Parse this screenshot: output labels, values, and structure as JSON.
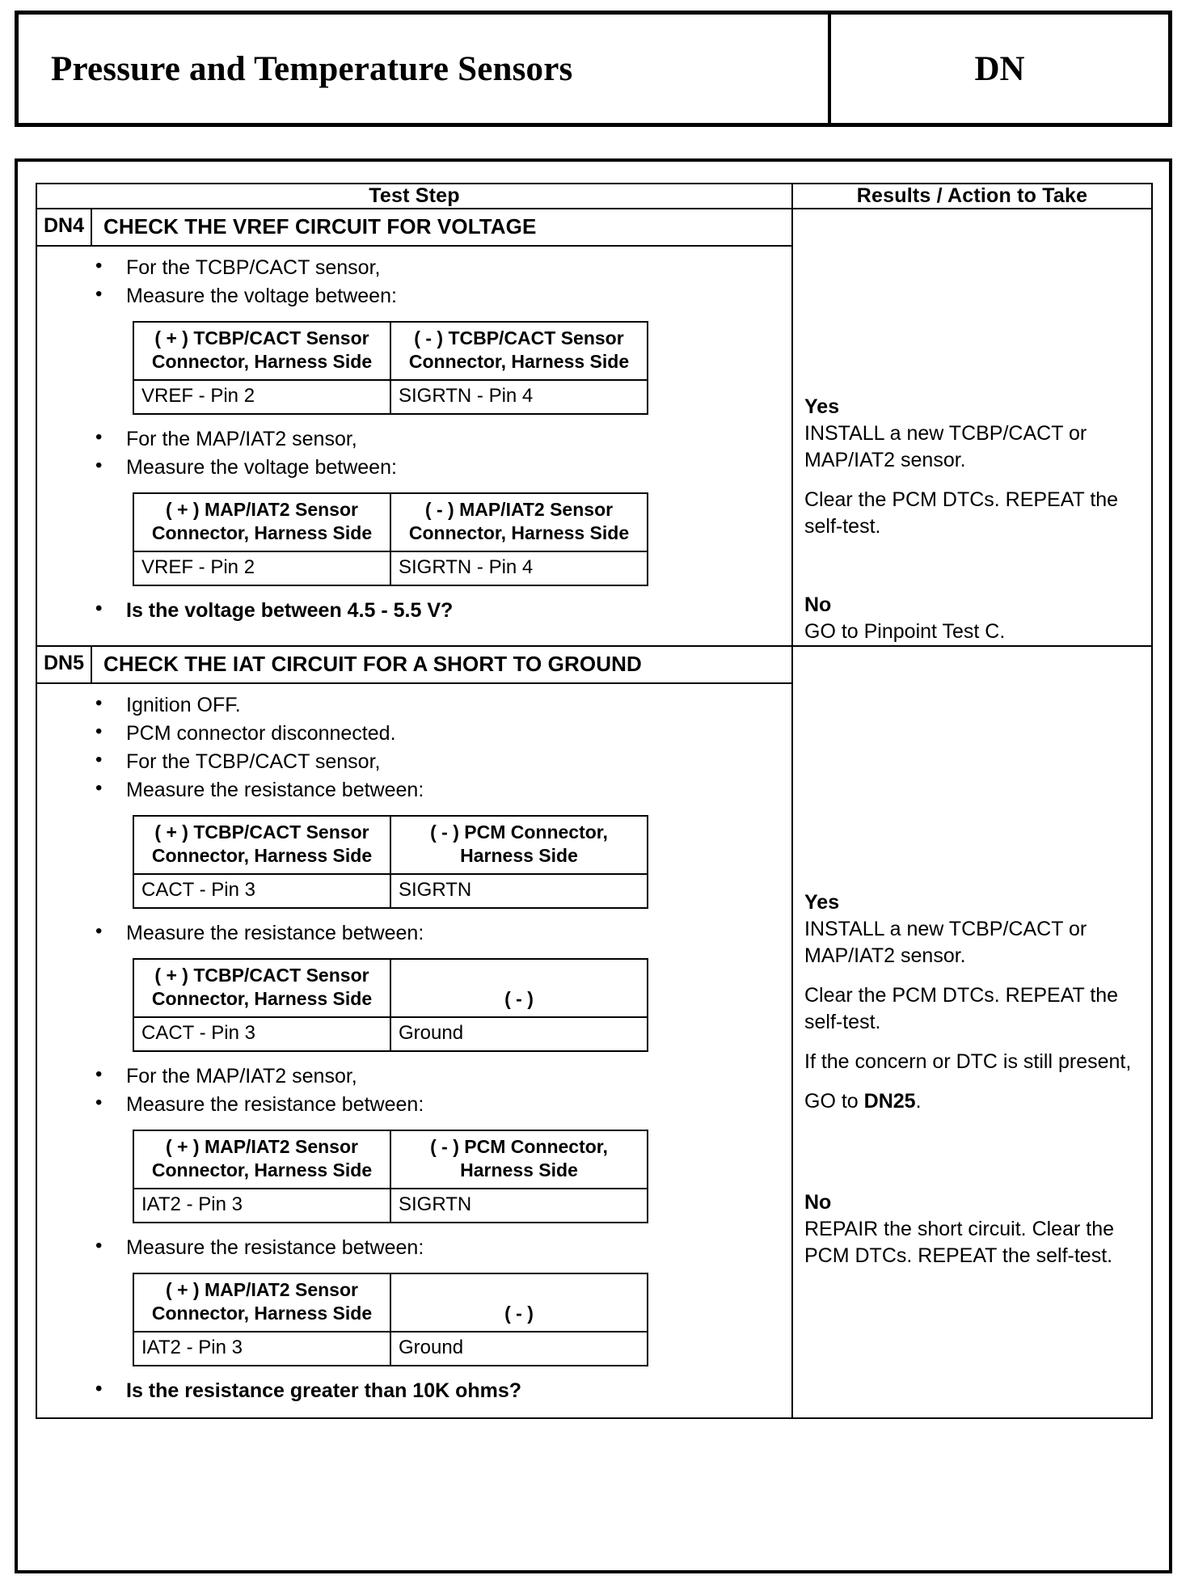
{
  "header": {
    "title": "Pressure and Temperature Sensors",
    "section_code": "DN"
  },
  "table": {
    "col_step_header": "Test Step",
    "col_results_header": "Results / Action to Take"
  },
  "steps": [
    {
      "id": "DN4",
      "title": "CHECK THE VREF CIRCUIT FOR VOLTAGE",
      "bullets_1": [
        "For the TCBP/CACT sensor,",
        "Measure the voltage between:"
      ],
      "table_1": {
        "head_left": "( + ) TCBP/CACT Sensor Connector, Harness Side",
        "head_right": "( - ) TCBP/CACT Sensor Connector, Harness Side",
        "row_left": "VREF - Pin 2",
        "row_right": "SIGRTN - Pin 4"
      },
      "bullets_2": [
        "For the MAP/IAT2 sensor,",
        "Measure the voltage between:"
      ],
      "table_2": {
        "head_left": "( + ) MAP/IAT2 Sensor Connector, Harness Side",
        "head_right": "( - ) MAP/IAT2 Sensor Connector, Harness Side",
        "row_left": "VREF - Pin 2",
        "row_right": "SIGRTN - Pin 4"
      },
      "question": "Is the voltage between 4.5 - 5.5 V?",
      "results": {
        "yes_label": "Yes",
        "yes_line1": "INSTALL a new TCBP/CACT or MAP/IAT2 sensor.",
        "yes_line2": "Clear the PCM DTCs. REPEAT the self-test.",
        "no_label": "No",
        "no_line1": "GO to Pinpoint Test C."
      }
    },
    {
      "id": "DN5",
      "title": "CHECK THE IAT CIRCUIT FOR A SHORT TO GROUND",
      "bullets_1": [
        "Ignition OFF.",
        "PCM connector disconnected.",
        "For the TCBP/CACT sensor,",
        "Measure the resistance between:"
      ],
      "table_1": {
        "head_left": "( + ) TCBP/CACT Sensor Connector, Harness Side",
        "head_right": "( - ) PCM Connector, Harness Side",
        "row_left": "CACT - Pin 3",
        "row_right": "SIGRTN"
      },
      "bullets_2": [
        "Measure the resistance between:"
      ],
      "table_2": {
        "head_left": "( + ) TCBP/CACT Sensor Connector, Harness Side",
        "head_right": "( - )",
        "row_left": "CACT - Pin 3",
        "row_right": "Ground"
      },
      "bullets_3": [
        "For the MAP/IAT2 sensor,",
        "Measure the resistance between:"
      ],
      "table_3": {
        "head_left": "( + ) MAP/IAT2 Sensor Connector, Harness Side",
        "head_right": "( - ) PCM Connector, Harness Side",
        "row_left": "IAT2 - Pin 3",
        "row_right": "SIGRTN"
      },
      "bullets_4": [
        "Measure the resistance between:"
      ],
      "table_4": {
        "head_left": "( + ) MAP/IAT2 Sensor Connector, Harness Side",
        "head_right": "( - )",
        "row_left": "IAT2 - Pin 3",
        "row_right": "Ground"
      },
      "question": "Is the resistance greater than 10K ohms?",
      "results": {
        "yes_label": "Yes",
        "yes_line1": "INSTALL a new TCBP/CACT or MAP/IAT2 sensor.",
        "yes_line2": "Clear the PCM DTCs. REPEAT the self-test.",
        "yes_line3": "If the concern or DTC is still present,",
        "yes_line4_pre": "GO to ",
        "yes_line4_bold": "DN25",
        "yes_line4_post": ".",
        "no_label": "No",
        "no_line1": "REPAIR the short circuit. Clear the PCM DTCs. REPEAT the self-test."
      }
    }
  ]
}
